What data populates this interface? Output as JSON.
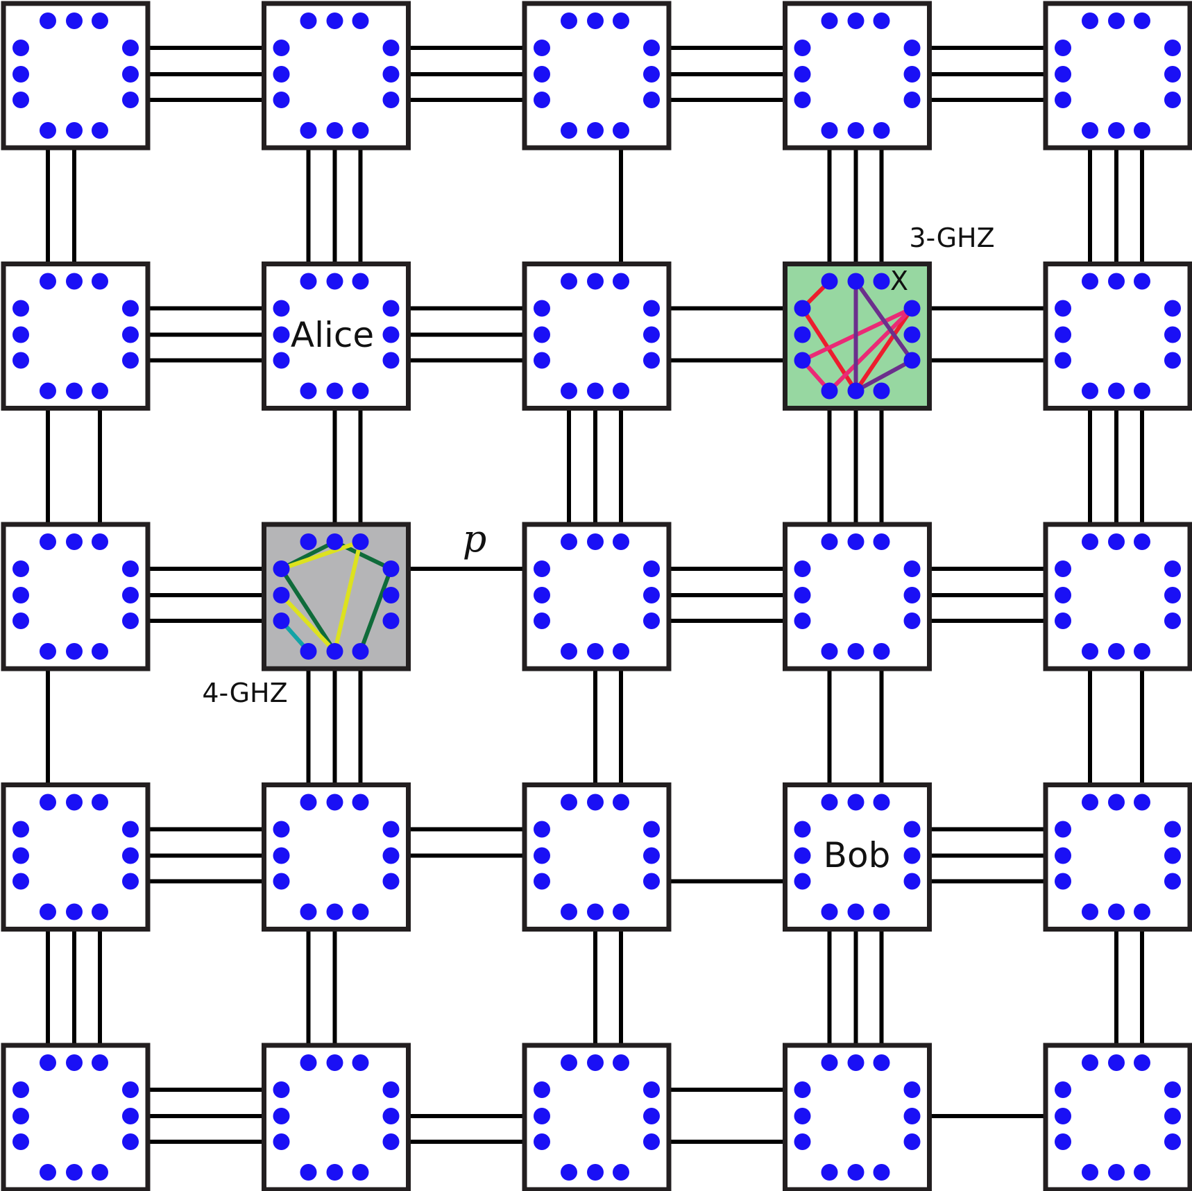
{
  "grid": {
    "rows": 5,
    "cols": 5
  },
  "colors": {
    "node_border": "#231f20",
    "node_fill": "#ffffff",
    "qubit": "#1a10f5",
    "link": "#000000",
    "highlight_3ghz_fill": "#97d7a1",
    "highlight_4ghz_fill": "#b5b5b7",
    "ghz3_red": "#ec1d2e",
    "ghz3_pink": "#ea2a76",
    "ghz3_purple": "#6b2f8c",
    "ghz4_darkgreen": "#0f6b3a",
    "ghz4_yellow": "#dde21f",
    "ghz4_teal": "#13a3a6"
  },
  "links": {
    "horizontal": [
      [
        [
          0,
          1,
          2
        ],
        [
          0,
          1,
          2
        ],
        [
          0,
          1,
          2
        ],
        [
          0,
          1,
          2
        ]
      ],
      [
        [
          0,
          1,
          2
        ],
        [
          0,
          1,
          2
        ],
        [
          0,
          2
        ],
        [
          0,
          2
        ]
      ],
      [
        [
          0,
          1,
          2
        ],
        [
          0
        ],
        [
          0,
          1,
          2
        ],
        [
          0,
          1,
          2
        ]
      ],
      [
        [
          0,
          1,
          2
        ],
        [
          0,
          1
        ],
        [
          2
        ],
        [
          0,
          1,
          2
        ]
      ],
      [
        [
          0,
          1,
          2
        ],
        [
          1,
          2
        ],
        [
          0,
          2
        ],
        [
          1
        ]
      ]
    ],
    "vertical": [
      [
        [
          0,
          1
        ],
        [
          0,
          1,
          2
        ],
        [
          2
        ],
        [
          0,
          1,
          2
        ],
        [
          0,
          1,
          2
        ]
      ],
      [
        [
          0,
          2
        ],
        [
          1,
          2
        ],
        [
          0,
          1,
          2
        ],
        [
          0,
          1,
          2
        ],
        [
          0,
          1,
          2
        ]
      ],
      [
        [
          0
        ],
        [
          0,
          1,
          2
        ],
        [
          1,
          2
        ],
        [
          0,
          2
        ],
        [
          0,
          2
        ]
      ],
      [
        [
          0,
          1,
          2
        ],
        [
          0,
          1
        ],
        [
          1,
          2
        ],
        [
          0,
          1,
          2
        ],
        [
          1,
          2
        ]
      ]
    ]
  },
  "highlights": [
    {
      "node": [
        1,
        3
      ],
      "type": "3-GHZ"
    },
    {
      "node": [
        2,
        1
      ],
      "type": "4-GHZ"
    }
  ],
  "labels": {
    "alice": "Alice",
    "bob": "Bob",
    "ghz3": "3-GHZ",
    "ghz4": "4-GHZ",
    "x_mark": "X",
    "p": "p"
  }
}
